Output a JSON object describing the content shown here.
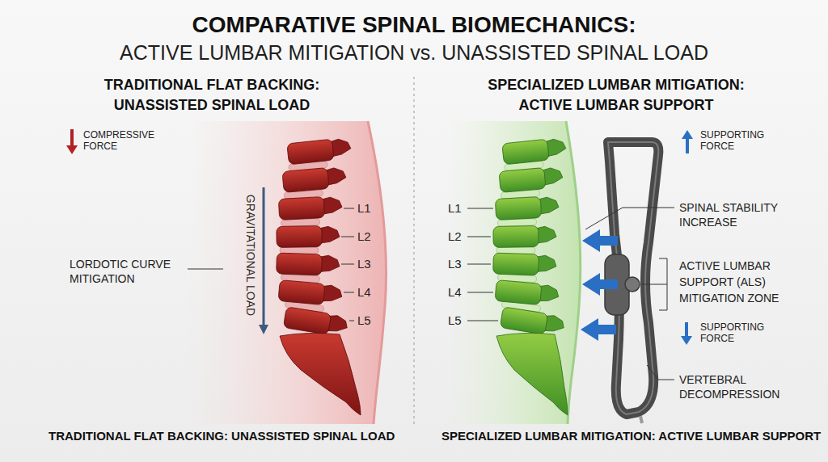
{
  "diagram": {
    "title": "COMPARATIVE SPINAL BIOMECHANICS:",
    "labels": [
      "ACTIVE LUMBAR MITIGATION vs. UNASSISTED SPINAL LOAD",
      "TRADITIONAL FLAT BACKING: UNASSISTED SPINAL LOAD",
      "SPECIALIZED LUMBAR MITIGATION: ACTIVE LUMBAR SUPPORT",
      "COMPRESSIVE FORCE",
      "GRAVITATIONAL LOAD",
      "LORDOTIC CURVE MITIGATION",
      "L1",
      "L2",
      "L3",
      "L4",
      "L5",
      "SUPPORTING FORCE",
      "L1",
      "L2",
      "L3",
      "L4",
      "L5",
      "SPINAL STABILITY INCREASE",
      "ACTIVE LUMBAR SUPPORT (ALS) MITIGATION ZONE",
      "SUPPORTING FORCE",
      "VERTEBRAL DECOMPRESSION",
      "TRADITIONAL FLAT BACKING: UNASSISTED SPINAL LOAD",
      "SPECIALIZED LUMBAR MITIGATION: ACTIVE LUMBAR SUPPORT"
    ]
  }
}
